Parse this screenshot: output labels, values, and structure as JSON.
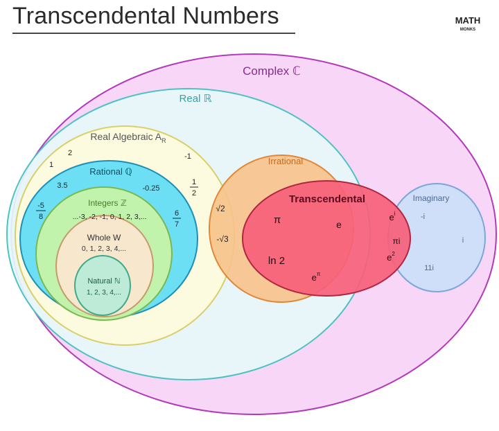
{
  "title": "Transcendental Numbers",
  "logo": {
    "line1": "MATH",
    "line2": "MONKS"
  },
  "sets": {
    "complex": {
      "label": "Complex ℂ",
      "color": "#f6d2f7",
      "stroke": "#b23ab8"
    },
    "real": {
      "label": "Real ℝ",
      "color": "#e6f8f8",
      "stroke": "#4ec2c0"
    },
    "algebraic": {
      "label": "Real Algebraic A",
      "sub": "R",
      "color": "#fdfadc",
      "stroke": "#d9cf6a"
    },
    "rational": {
      "label": "Rational ℚ",
      "color": "#5fdcf6",
      "stroke": "#1e8fb5"
    },
    "integers": {
      "label": "Integers ℤ",
      "color": "#c9f4a6",
      "stroke": "#7ab850"
    },
    "whole": {
      "label": "Whole W",
      "values": "0, 1, 2, 3, 4,...",
      "color": "#fbe6cf",
      "stroke": "#c79a6b"
    },
    "natural": {
      "label": "Natural ℕ",
      "values": "1, 2, 3, 4,...",
      "color": "#b7ecd8",
      "stroke": "#3ea887"
    },
    "irrational": {
      "label": "Irrational",
      "color": "#f7c38c",
      "stroke": "#e0873a"
    },
    "transcendental": {
      "label": "Transcendental",
      "color": "#f7607a",
      "stroke": "#b0253f"
    },
    "imaginary": {
      "label": "Imaginary",
      "color": "#cbe0f8",
      "stroke": "#7aa6d8"
    }
  },
  "members": {
    "algebraic": [
      "1",
      "2",
      "-1"
    ],
    "rational": [
      "3.5",
      "-0.25"
    ],
    "integers": "...-3, -2, -1, 0, 1, 2, 3,...",
    "irrational": [
      "√2",
      "-√3"
    ],
    "transcendental": [
      "π",
      "e",
      "ln 2"
    ],
    "imaginary": [
      "-i",
      "i",
      "11i",
      "πi"
    ]
  },
  "fractions": [
    {
      "num": "1",
      "den": "2"
    },
    {
      "num": "-5",
      "den": "8"
    },
    {
      "num": "6",
      "den": "7"
    }
  ],
  "powers": [
    {
      "base": "e",
      "exp": "i"
    },
    {
      "base": "e",
      "exp": "2"
    },
    {
      "base": "e",
      "exp": "π"
    }
  ]
}
